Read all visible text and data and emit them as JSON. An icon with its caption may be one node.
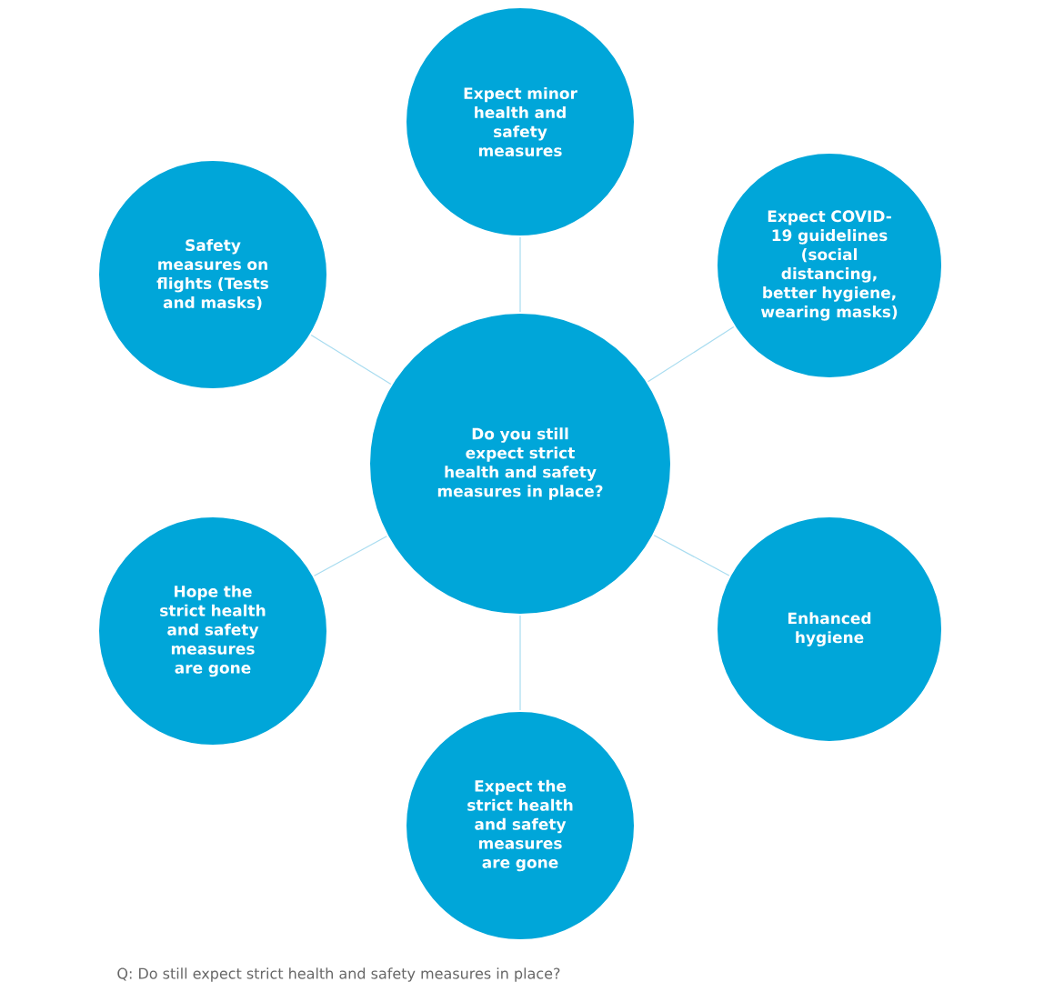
{
  "diagram": {
    "caption": "Q: Do still expect strict health and safety measures in place?",
    "nodes": [
      {
        "text": [
          "Do you still expect strict health and safety measures in place?"
        ]
      },
      {
        "text": [
          "Expect minor health and safety measures"
        ]
      },
      {
        "text": [
          "Safety measures on flights (Tests and masks)"
        ]
      },
      {
        "text": [
          "Expect COVID-19 guidelines (social distancing, better hygiene, wearing masks)"
        ]
      },
      {
        "text": [
          "Hope the strict health and safety measures are gone"
        ]
      },
      {
        "text": [
          "Enhanced hygiene"
        ]
      },
      {
        "text": [
          "Expect the strict health and safety measures are gone"
        ]
      }
    ],
    "edges": [
      {
        "from": 0,
        "to": 1,
        "arrow": "none"
      },
      {
        "from": 0,
        "to": 2,
        "arrow": "none"
      },
      {
        "from": 0,
        "to": 3,
        "arrow": "none"
      },
      {
        "from": 0,
        "to": 4,
        "arrow": "none"
      },
      {
        "from": 0,
        "to": 5,
        "arrow": "none"
      },
      {
        "from": 0,
        "to": 6,
        "arrow": "none"
      }
    ]
  }
}
